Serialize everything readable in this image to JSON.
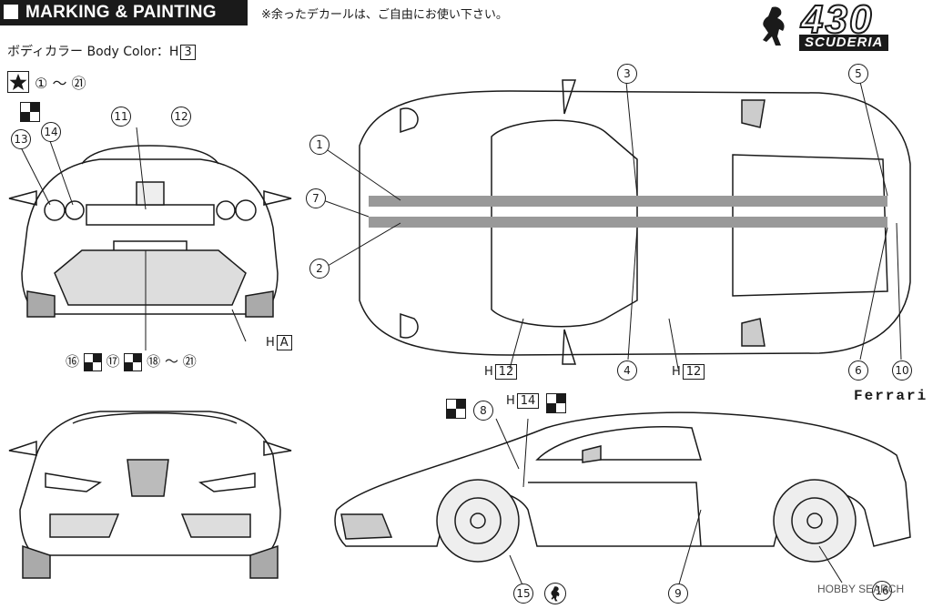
{
  "header": {
    "title": "MARKING & PAINTING",
    "note": "※余ったデカールは、ご自由にお使い下さい。"
  },
  "body_color": {
    "label": "ボディカラー  Body Color：H",
    "code": "3"
  },
  "logo": {
    "number": "430",
    "subtitle": "SCUDERIA"
  },
  "star_range": {
    "from": "①",
    "tilde": "〜",
    "to": "㉑"
  },
  "rear_bottom": {
    "c16": "⑯",
    "c17": "⑰",
    "c18": "⑱",
    "tilde": "〜",
    "c21": "㉑"
  },
  "paint_labels": {
    "h_prefix": "H",
    "rear_code": "A",
    "side_left_code": "12",
    "side_right_code": "12",
    "door_code": "14"
  },
  "callouts": {
    "c1": "1",
    "c2": "2",
    "c3": "3",
    "c4": "4",
    "c5": "5",
    "c6": "6",
    "c7": "7",
    "c8": "8",
    "c9": "9",
    "c10": "10",
    "c11": "11",
    "c12": "12",
    "c13": "13",
    "c14": "14",
    "c15": "15",
    "c16": "16"
  },
  "brand_text": "Ferrari",
  "watermark": "HOBBY SEARCH"
}
